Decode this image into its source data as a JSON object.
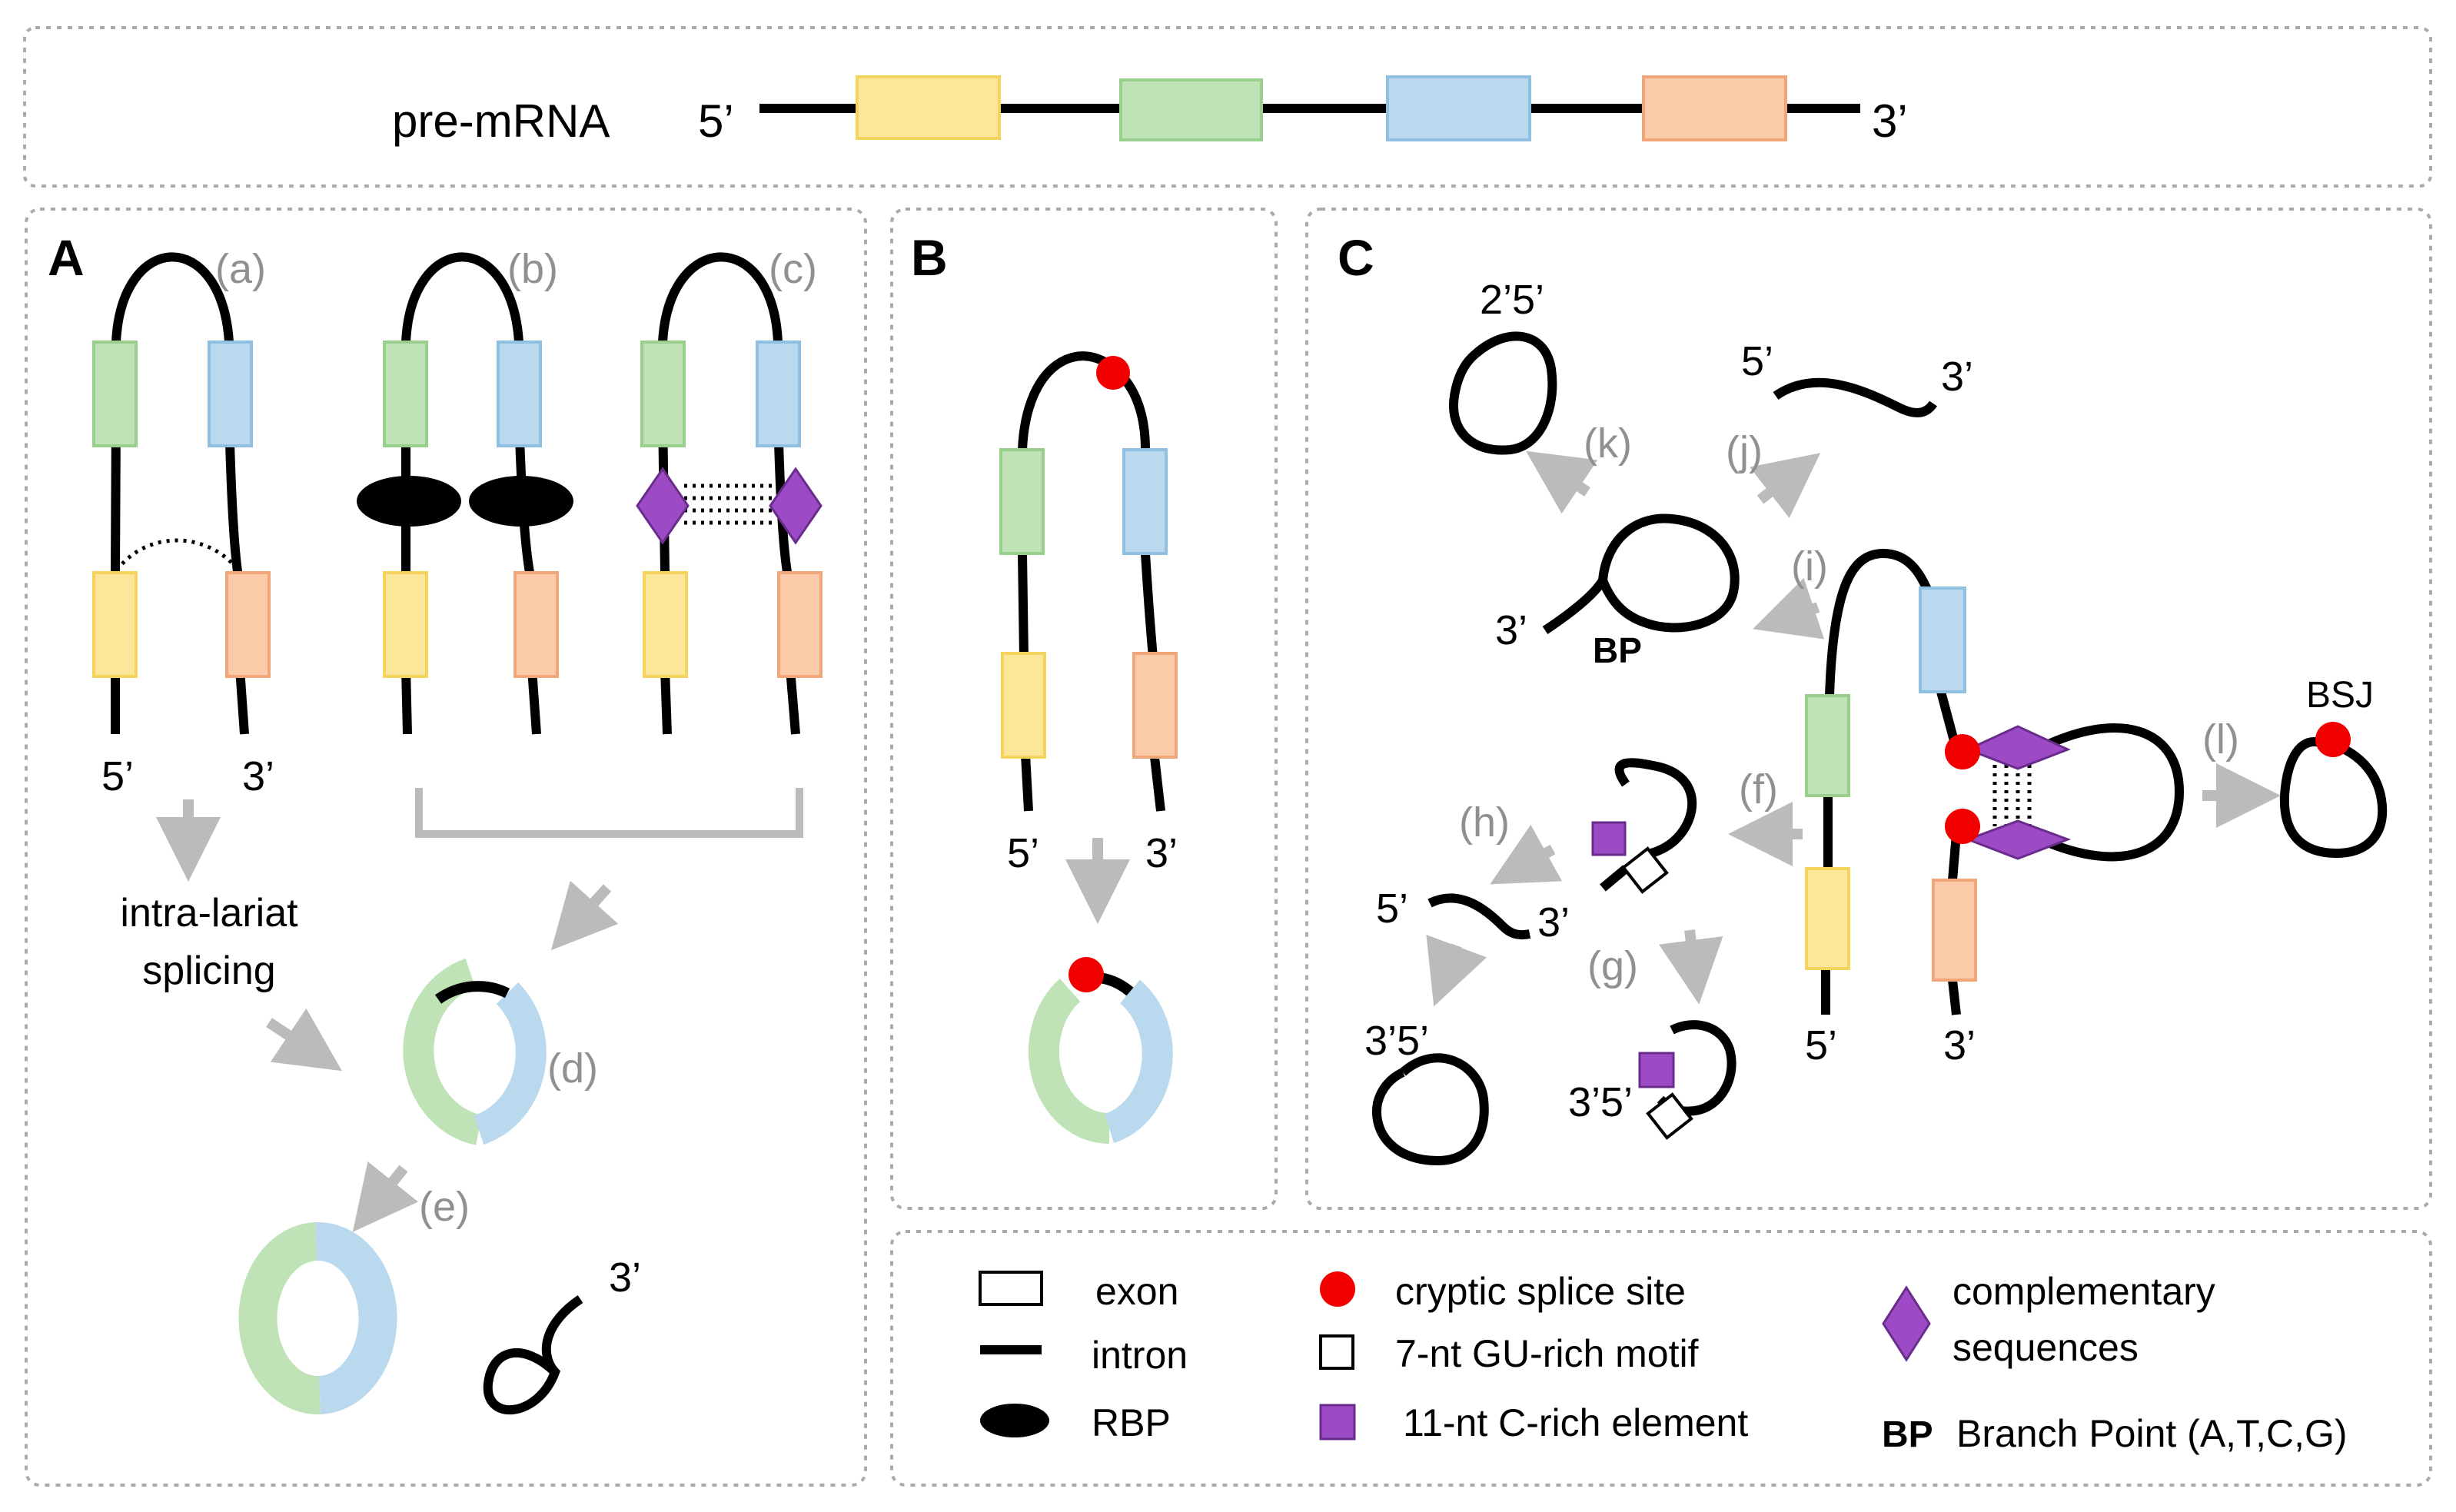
{
  "colors": {
    "exon_yellow": "#FCE699",
    "exon_yellow_stroke": "#F5D45E",
    "exon_green": "#BFE3B6",
    "exon_green_stroke": "#99CF8C",
    "exon_blue": "#BAD9EE",
    "exon_blue_stroke": "#8FC0E2",
    "exon_orange": "#FBCAA8",
    "exon_orange_stroke": "#F0A679",
    "intron": "#000000",
    "cryptic_site": "#F20000",
    "purple": "#9C4BC4",
    "arrow_gray": "#BBBBBB",
    "label_gray": "#909090",
    "panel_border": "#AAAAAA"
  },
  "premrna": {
    "label": "pre-mRNA",
    "five": "5’",
    "three": "3’"
  },
  "panelA": {
    "letter": "A",
    "a": "(a)",
    "b": "(b)",
    "c": "(c)",
    "d": "(d)",
    "e": "(e)",
    "five": "5’",
    "three": "3’",
    "intra_line1": "intra-lariat",
    "intra_line2": "splicing",
    "tail_three": "3’"
  },
  "panelB": {
    "letter": "B",
    "five": "5’",
    "three": "3’"
  },
  "panelC": {
    "letter": "C",
    "k": "(k)",
    "j": "(j)",
    "i": "(i)",
    "f": "(f)",
    "h": "(h)",
    "g": "(g)",
    "l": "(l)",
    "two_five": "2’5’",
    "j_five": "5’",
    "j_three": "3’",
    "lariat_three": "3’",
    "bp": "BP",
    "h_five": "5’",
    "h_three": "3’",
    "h_three_five": "3’5’",
    "g_three_five": "3’5’",
    "five": "5’",
    "three": "3’",
    "bsj": "BSJ"
  },
  "legend": {
    "exon": "exon",
    "intron": "intron",
    "rbp": "RBP",
    "cryptic": "cryptic splice site",
    "gu_motif": "7-nt GU-rich motif",
    "c_rich": "11-nt C-rich element",
    "complementary_line1": "complementary",
    "complementary_line2": "sequences",
    "bp_abbr": "BP",
    "bp_full": "Branch Point (A,T,C,G)"
  }
}
